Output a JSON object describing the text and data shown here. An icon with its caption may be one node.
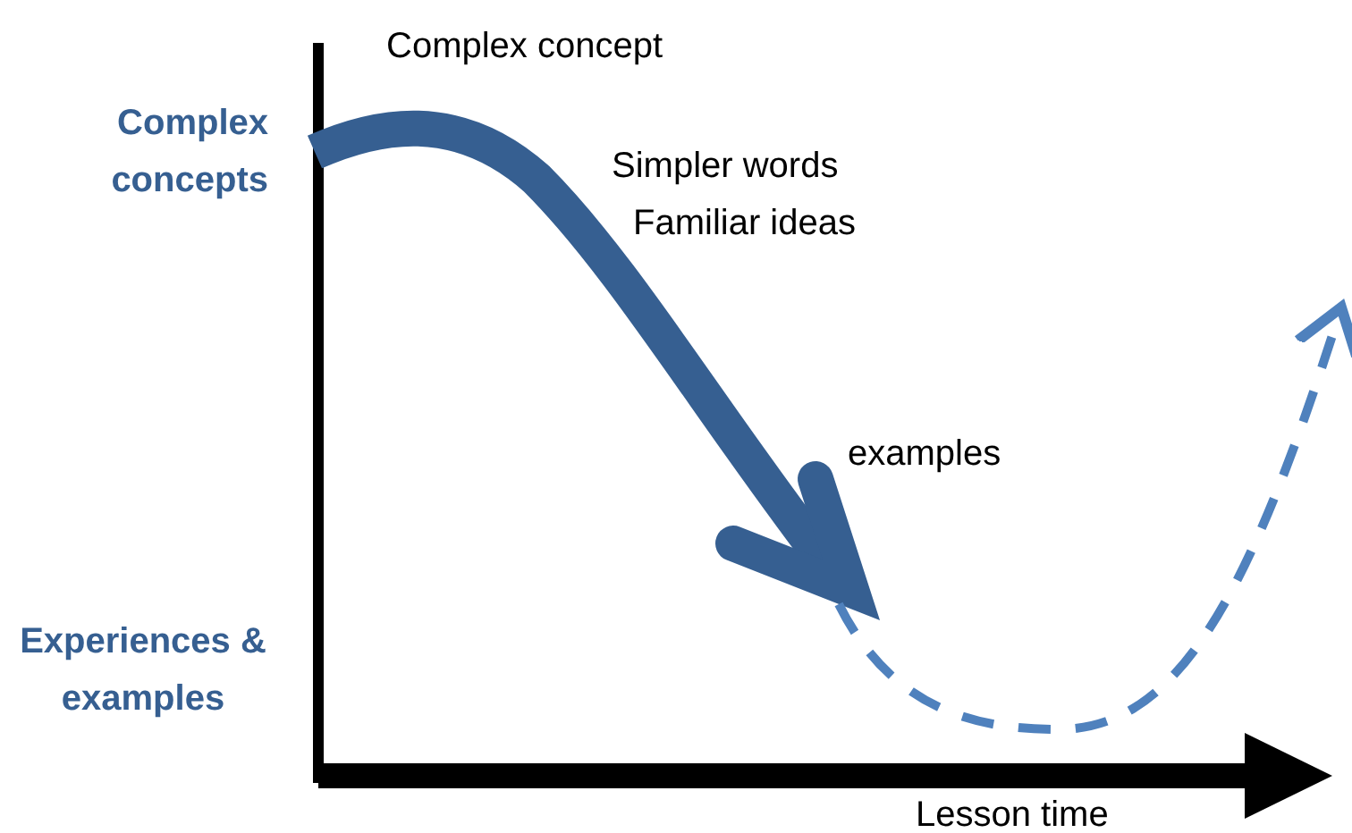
{
  "diagram": {
    "labels": [
      "Complex concept",
      "Complex concepts",
      "Simpler words",
      "Familiar ideas",
      "examples",
      "Experiences & examples",
      "Lesson time"
    ]
  }
}
